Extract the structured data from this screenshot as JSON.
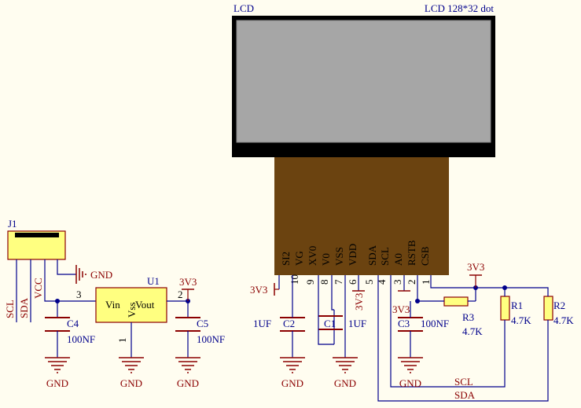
{
  "lcd": {
    "ref": "LCD",
    "value": "LCD 128*32 dot",
    "pins": [
      {
        "num": "10",
        "name": "SI2"
      },
      {
        "num": "9",
        "name": "VG"
      },
      {
        "num": "8",
        "name": "XV0"
      },
      {
        "num": "7",
        "name": "V0"
      },
      {
        "num": "6",
        "name": "VSS"
      },
      {
        "num": "5",
        "name": "VDD"
      },
      {
        "num": "4",
        "name": "SDA"
      },
      {
        "num": "3",
        "name": "SCL"
      },
      {
        "num": "2",
        "name": "A0"
      },
      {
        "num": "1",
        "name": "RSTB"
      },
      {
        "num": "",
        "name": "CSB"
      }
    ]
  },
  "j1": {
    "ref": "J1",
    "nets": [
      "SCL",
      "SDA",
      "VCC"
    ],
    "gnd": "GND"
  },
  "u1": {
    "ref": "U1",
    "vin": "Vin",
    "vout": "Vout",
    "vss": "Vss",
    "pin_in": "3",
    "pin_out": "2",
    "pin_gnd": "1",
    "net": "3V3"
  },
  "caps": {
    "c4": {
      "ref": "C4",
      "value": "100NF"
    },
    "c5": {
      "ref": "C5",
      "value": "100NF"
    },
    "c2": {
      "ref": "C2",
      "value": "1UF"
    },
    "c1": {
      "ref": "C1",
      "value": "1UF"
    },
    "c3": {
      "ref": "C3",
      "value": "100NF"
    }
  },
  "resistors": {
    "r1": {
      "ref": "R1",
      "value": "4.7K"
    },
    "r2": {
      "ref": "R2",
      "value": "4.7K"
    },
    "r3": {
      "ref": "R3",
      "value": "4.7K"
    }
  },
  "nets": {
    "v33": "3V3",
    "gnd": "GND",
    "scl": "SCL",
    "sda": "SDA"
  },
  "colors": {
    "wire": "#00008b",
    "power": "#8b0000",
    "component_fill": "#ffff80",
    "component_outline": "#8b0000",
    "lcd_body": "#000000",
    "lcd_screen": "#a6a6a6",
    "lcd_connector": "#6b4310",
    "ref_text": "#00008b",
    "pin_num": "#000000"
  }
}
